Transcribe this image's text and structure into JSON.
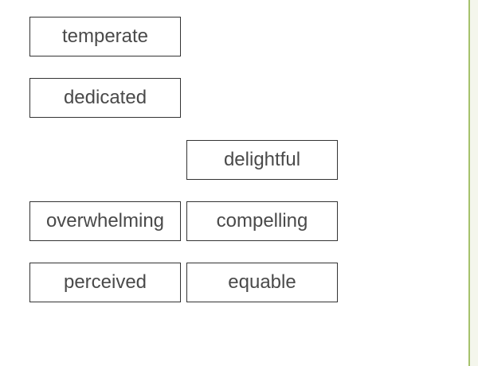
{
  "words": [
    "temperate",
    "dedicated",
    "delightful",
    "overwhelming",
    "compelling",
    "perceived",
    "equable"
  ],
  "colors": {
    "tile_border": "#333333",
    "tile_text": "#4a4a4a",
    "edge_accent": "#a6c26c"
  }
}
